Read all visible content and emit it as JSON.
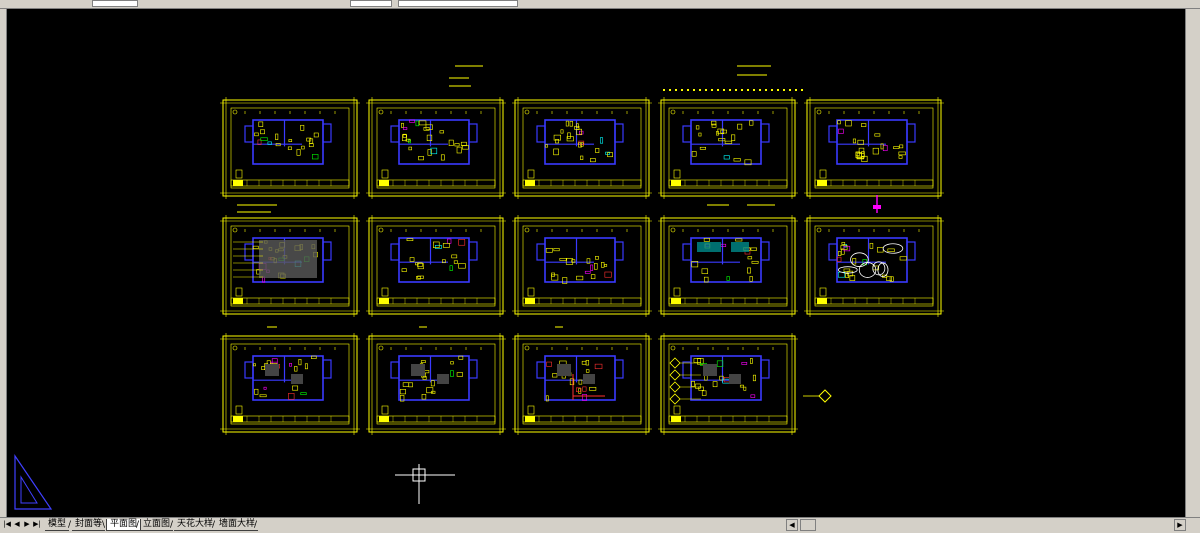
{
  "window": {
    "background_color": "#000000",
    "chrome_color": "#d4d0c8"
  },
  "drawing": {
    "sheet_color": "#ffff00",
    "wall_color": "#3a3aff",
    "accent_colors": [
      "#ff00ff",
      "#00ffff",
      "#ff3030",
      "#00ff00"
    ],
    "sheets_rows": [
      5,
      5,
      4
    ],
    "crosshair_icon": "crosshair-cursor-icon",
    "ucs_icon": "ucs-triangle-icon"
  },
  "layout_tabs": {
    "nav_icons": [
      "first-tab-icon",
      "prev-tab-icon",
      "next-tab-icon",
      "last-tab-icon"
    ],
    "tabs": [
      {
        "label": "模型",
        "active": false
      },
      {
        "label": "封面等",
        "active": false
      },
      {
        "label": "平面图",
        "active": true
      },
      {
        "label": "立面图",
        "active": false
      },
      {
        "label": "天花大样",
        "active": false
      },
      {
        "label": "墙面大样",
        "active": false
      }
    ]
  },
  "scrollbar": {
    "left_arrow_icon": "scroll-left-icon",
    "right_arrow_icon": "scroll-right-icon"
  }
}
